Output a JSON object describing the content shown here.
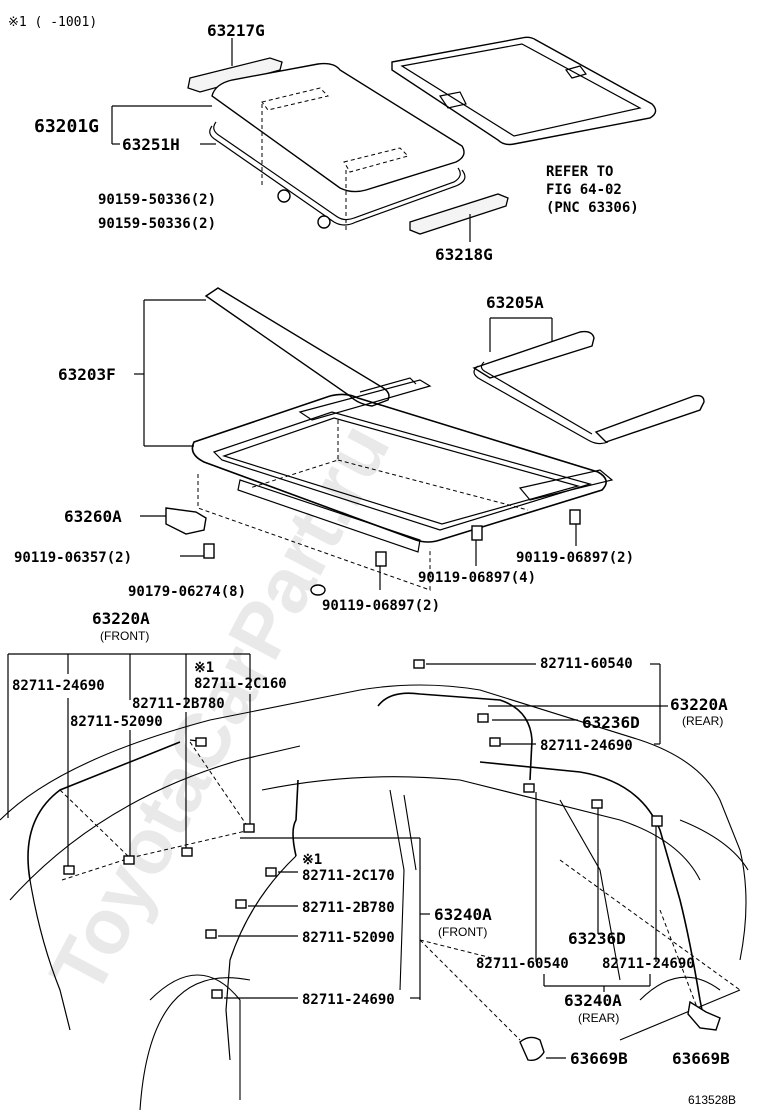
{
  "watermark": "ToyotaCarPart.ru",
  "footnote_marker": "※1 (      -1001)",
  "diagram_id": "613528B",
  "roof": {
    "p_63217G": "63217G",
    "p_63201G": "63201G",
    "p_63251H": "63251H",
    "p_90159_a": "90159-50336(2)",
    "p_90159_b": "90159-50336(2)",
    "p_63218G": "63218G",
    "refer_1": "REFER TO",
    "refer_2": "FIG 64-02",
    "refer_3": "(PNC 63306)"
  },
  "frame": {
    "p_63205A": "63205A",
    "p_63203F": "63203F",
    "p_63260A": "63260A",
    "p_90119_06357": "90119-06357(2)",
    "p_90119_06897_r": "90119-06897(2)",
    "p_90119_06897_4": "90119-06897(4)",
    "p_90179": "90179-06274(8)",
    "p_90119_06897_b": "90119-06897(2)"
  },
  "drain": {
    "p_63220A_front": "63220A",
    "sub_front": "(FRONT)",
    "p_82711_24690_a": "82711-24690",
    "mark_1a": "※1",
    "p_82711_2C160": "82711-2C160",
    "p_82711_2B780_a": "82711-2B780",
    "p_82711_52090_a": "82711-52090",
    "p_82711_60540_a": "82711-60540",
    "p_63220A_rear": "63220A",
    "sub_rear": "(REAR)",
    "p_63236D_a": "63236D",
    "p_82711_24690_b": "82711-24690",
    "mark_1b": "※1",
    "p_82711_2C170": "82711-2C170",
    "p_82711_2B780_b": "82711-2B780",
    "p_82711_52090_b": "82711-52090",
    "p_82711_24690_c": "82711-24690",
    "p_63240A_front": "63240A",
    "sub_front2": "(FRONT)",
    "p_63236D_b": "63236D",
    "p_82711_60540_b": "82711-60540",
    "p_82711_24690_d": "82711-24690",
    "p_63240A_rear": "63240A",
    "sub_rear2": "(REAR)",
    "p_63669B_a": "63669B",
    "p_63669B_b": "63669B"
  }
}
